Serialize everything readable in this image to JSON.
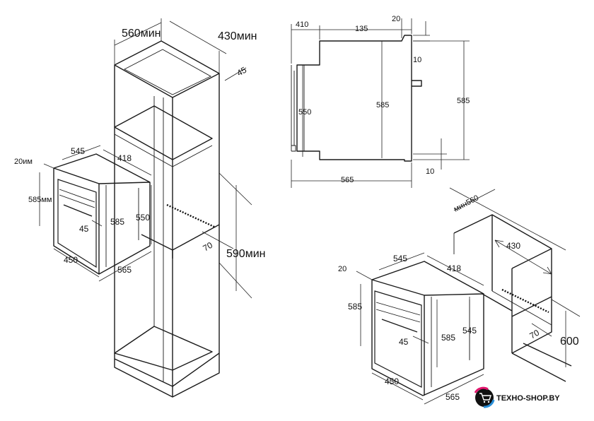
{
  "column_install": {
    "width_min": "560мин",
    "depth_min": "430мин",
    "rear_gap": "45",
    "niche_height_min": "590мин",
    "vent_depth": "70"
  },
  "oven_left": {
    "top_gap": "20им",
    "door_width": "545",
    "side_depth": "418",
    "front_height": "585мм",
    "handle_offset": "45",
    "body_height": "585",
    "inner_height": "550",
    "bottom_width": "450",
    "total_depth": "565"
  },
  "side_view": {
    "top_depth": "410",
    "rear_depth": "135",
    "flange": "20",
    "top_clearance": "10",
    "front_height": "550",
    "body_height": "585",
    "total_height": "585",
    "bottom_clearance": "10",
    "total_depth": "565"
  },
  "undercounter_install": {
    "width_min": "мин560",
    "depth": "430",
    "vent_depth": "70",
    "niche_height": "600"
  },
  "oven_right": {
    "top_gap": "20",
    "door_width": "545",
    "side_depth": "418",
    "front_height": "585",
    "handle_offset": "45",
    "body_height": "585",
    "inner_height": "545",
    "bottom_width": "450",
    "total_depth": "565"
  },
  "brand": {
    "name": "TEXHO-SHOP.BY",
    "accent": "#e2146c",
    "accent2": "#2a8fd8"
  }
}
